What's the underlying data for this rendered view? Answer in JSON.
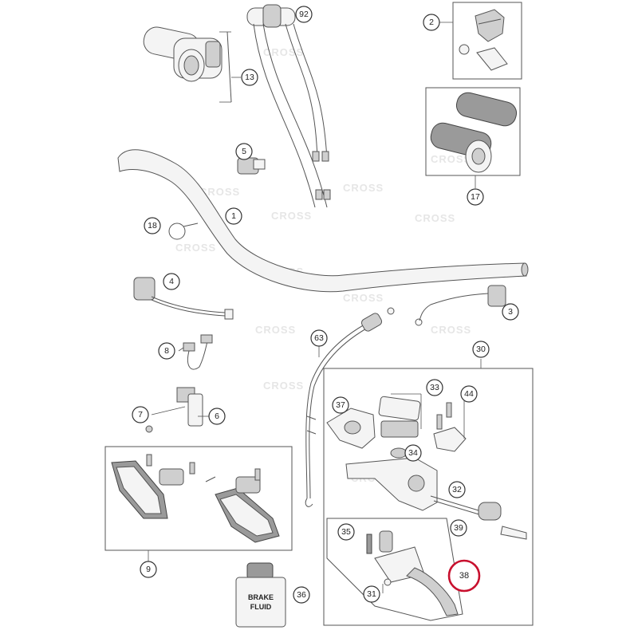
{
  "callouts": {
    "c92": "92",
    "c13": "13",
    "c2": "2",
    "c17": "17",
    "c5": "5",
    "c1": "1",
    "c18": "18",
    "c4": "4",
    "c3": "3",
    "c63": "63",
    "c30": "30",
    "c8": "8",
    "c33": "33",
    "c44": "44",
    "c37": "37",
    "c7": "7",
    "c6": "6",
    "c34": "34",
    "c32": "32",
    "c35": "35",
    "c39": "39",
    "c38": "38",
    "c9": "9",
    "c31": "31",
    "c36": "36"
  },
  "highlight": {
    "callout": "38",
    "color": "#c8102e"
  },
  "bottle_label": {
    "line1": "BRAKE",
    "line2": "FLUID"
  },
  "watermark": {
    "text": "CROSS"
  }
}
